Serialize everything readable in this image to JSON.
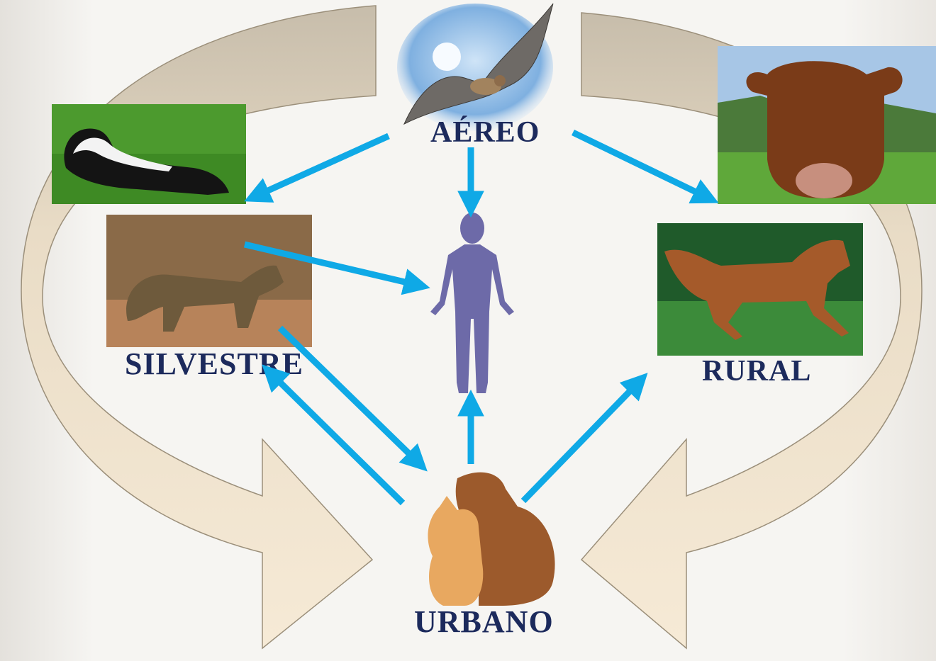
{
  "labels": {
    "aereo": "AÉREO",
    "silvestre": "SILVESTRE",
    "rural": "RURAL",
    "urbano": "URBANO"
  },
  "colors": {
    "arrow": "#0fa9e6",
    "label": "#1c2a5c",
    "human": "#6d6aa8",
    "cycle_arrow_fill": "#f4e7d2",
    "cycle_arrow_fill_dark": "#c3b9a6",
    "cycle_arrow_stroke": "#9b8f7a",
    "background": "#f2f0ed"
  },
  "icons": {
    "aereo": "bat-icon",
    "silvestre_top": "skunk-icon",
    "silvestre": "fox-icon",
    "rural_top": "cow-icon",
    "rural": "horse-icon",
    "urbano": "dog-and-cat-icon",
    "center": "human-silhouette-icon"
  },
  "edges": [
    {
      "from": "aereo",
      "to": "silvestre"
    },
    {
      "from": "aereo",
      "to": "human"
    },
    {
      "from": "aereo",
      "to": "rural"
    },
    {
      "from": "silvestre",
      "to": "human"
    },
    {
      "from": "silvestre",
      "to": "urbano"
    },
    {
      "from": "urbano",
      "to": "silvestre"
    },
    {
      "from": "urbano",
      "to": "human"
    },
    {
      "from": "urbano",
      "to": "rural"
    }
  ]
}
